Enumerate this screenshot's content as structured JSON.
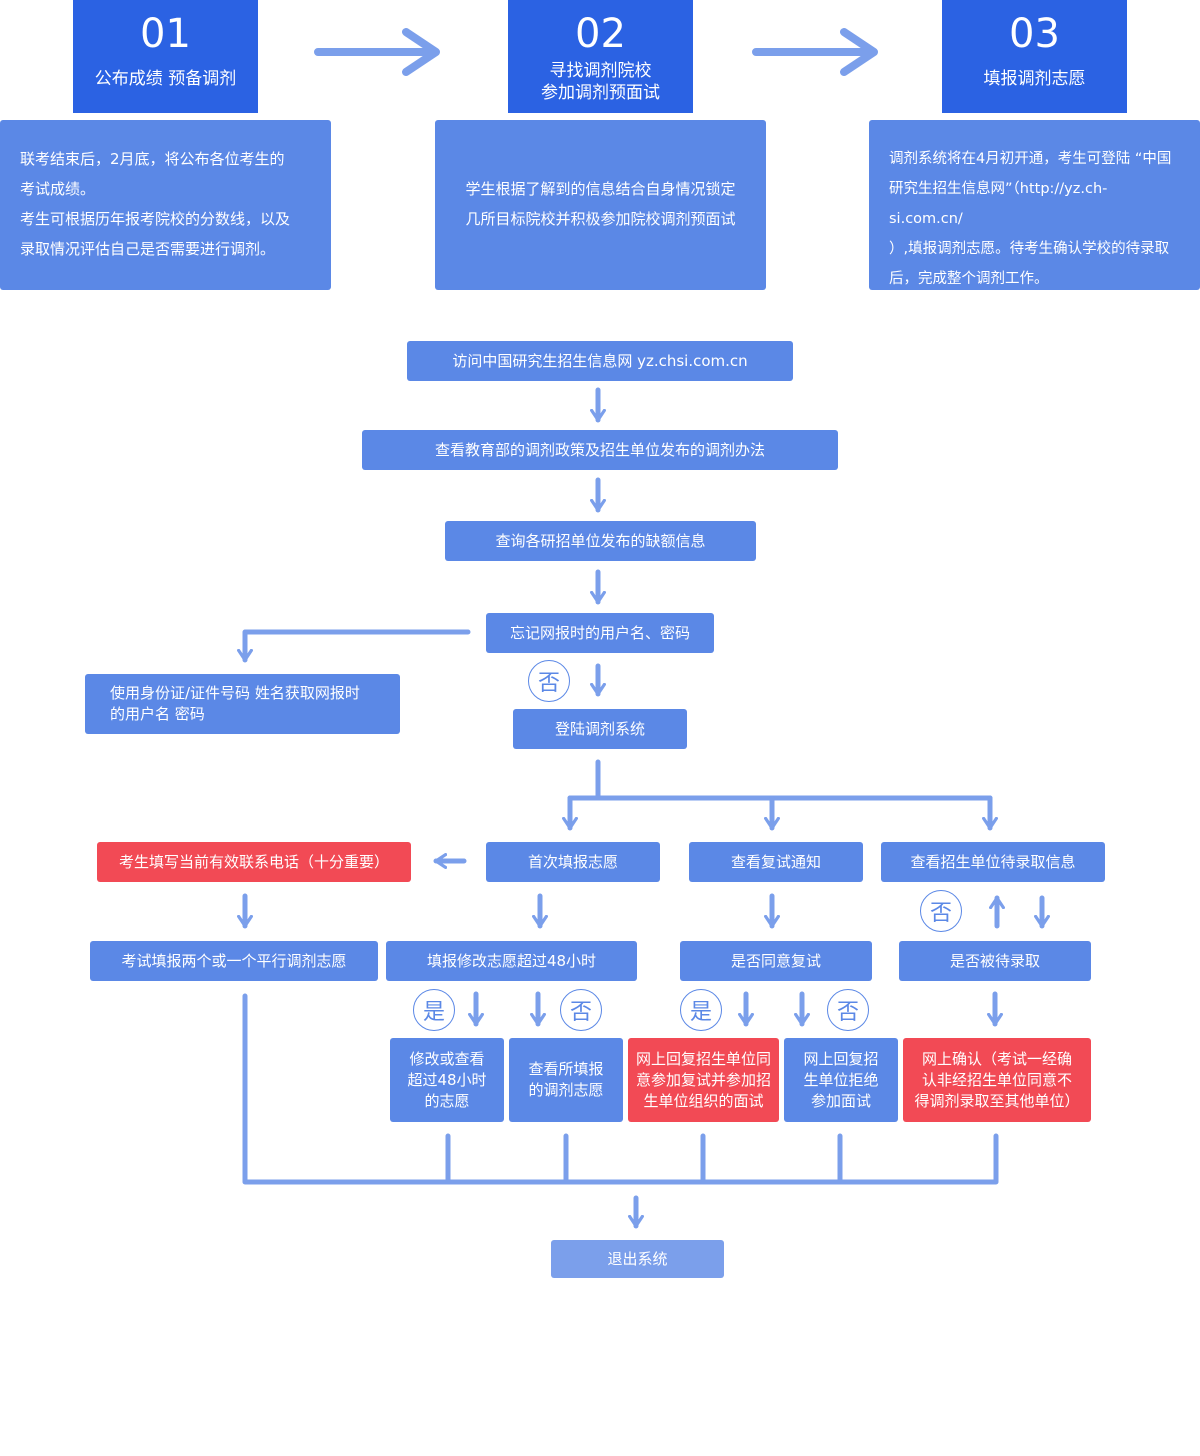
{
  "colors": {
    "primary": "#2b62e3",
    "node": "#5b88e6",
    "line": "#7b9feb",
    "alert": "#f24a55"
  },
  "steps": [
    {
      "num": "01",
      "title": "公布成绩 预备调剂",
      "desc": [
        "联考结束后，2月底，将公布各位考生的",
        "考试成绩。",
        "考生可根据历年报考院校的分数线，以及",
        "录取情况评估自己是否需要进行调剂。"
      ]
    },
    {
      "num": "02",
      "title_lines": [
        "寻找调剂院校",
        "参加调剂预面试"
      ],
      "desc": [
        "学生根据了解到的信息结合自身情况锁定",
        "几所目标院校并积极参加院校调剂预面试"
      ]
    },
    {
      "num": "03",
      "title": "填报调剂志愿",
      "desc": [
        "调剂系统将在4月初开通，考生可登陆 “中国",
        "研究生招生信息网”（http://yz.ch-si.com.cn/",
        "）,填报调剂志愿。待考生确认学校的待录取",
        "后，完成整个调剂工作。"
      ]
    }
  ],
  "flow": {
    "visit": "访问中国研究生招生信息网 yz.chsi.com.cn",
    "policy": "查看教育部的调剂政策及招生单位发布的调剂办法",
    "vacancy": "查询各研招单位发布的缺额信息",
    "forgot": "忘记网报时的用户名、密码",
    "retrieve": [
      "使用身份证/证件号码 姓名获取网报时",
      "的用户名 密码"
    ],
    "login": "登陆调剂系统",
    "phone": "考生填写当前有效联系电话（十分重要）",
    "first_fill": "首次填报志愿",
    "check_notice": "查看复试通知",
    "check_pending": "查看招生单位待录取信息",
    "two_choices": "考试填报两个或一个平行调剂志愿",
    "over48": "填报修改志愿超过48小时",
    "agree_retest": "是否同意复试",
    "is_pending": "是否被待录取",
    "modify": [
      "修改或查看",
      "超过48小时",
      "的志愿"
    ],
    "view_filled": [
      "查看所填报",
      "的调剂志愿"
    ],
    "reply_agree": [
      "网上回复招生单位同",
      "意参加复试并参加招",
      "生单位组织的面试"
    ],
    "reply_refuse": [
      "网上回复招",
      "生单位拒绝",
      "参加面试"
    ],
    "confirm_online": [
      "网上确认（考试一经确",
      "认非经招生单位同意不",
      "得调剂录取至其他单位）"
    ],
    "exit": "退出系统"
  },
  "badges": {
    "yes": "是",
    "no": "否"
  }
}
